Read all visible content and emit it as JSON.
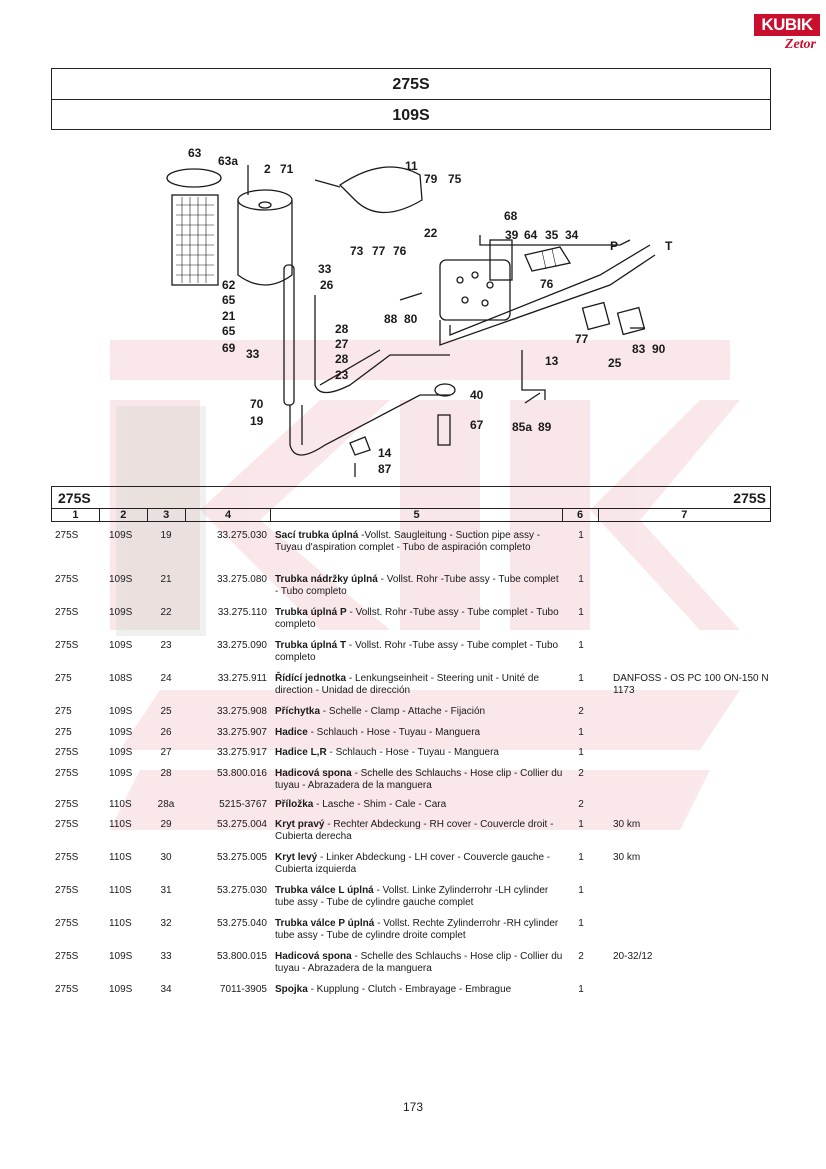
{
  "logo": {
    "top": "KUBIK",
    "bottom": "Zetor"
  },
  "header": {
    "model": "275S",
    "subgroup": "109S"
  },
  "table": {
    "left_label": "275S",
    "right_label": "275S",
    "columns": [
      "1",
      "2",
      "3",
      "4",
      "5",
      "6",
      "7"
    ],
    "rows": [
      {
        "c1": "275S",
        "c2": "109S",
        "c3": "19",
        "c4": "33.275.030",
        "name": "Sací trubka úplná",
        "desc": " -Vollst. Saugleitung - Suction pipe assy - Tuyau d'aspiration complet - Tubo de aspiración completo",
        "qty": "1",
        "note": ""
      },
      {
        "c1": "275S",
        "c2": "109S",
        "c3": "21",
        "c4": "33.275.080",
        "name": "Trubka nádržky úplná",
        "desc": " - Vollst. Rohr -Tube assy - Tube complet - Tubo completo",
        "qty": "1",
        "note": ""
      },
      {
        "c1": "275S",
        "c2": "109S",
        "c3": "22",
        "c4": "33.275.110",
        "name": "Trubka úplná P",
        "desc": " - Vollst. Rohr -Tube assy - Tube complet - Tubo completo",
        "qty": "1",
        "note": ""
      },
      {
        "c1": "275S",
        "c2": "109S",
        "c3": "23",
        "c4": "33.275.090",
        "name": "Trubka úplná T",
        "desc": " - Vollst. Rohr -Tube assy - Tube complet - Tubo completo",
        "qty": "1",
        "note": ""
      },
      {
        "c1": "275",
        "c2": "108S",
        "c3": "24",
        "c4": "33.275.911",
        "name": "Řídící jednotka",
        "desc": " - Lenkungseinheit - Steering unit - Unité de direction - Unidad de dirección",
        "qty": "1",
        "note": "DANFOSS - OS PC 100 ON-150 N 1173"
      },
      {
        "c1": "275",
        "c2": "109S",
        "c3": "25",
        "c4": "33.275.908",
        "name": "Příchytka",
        "desc": " - Schelle - Clamp - Attache - Fijación",
        "qty": "2",
        "note": ""
      },
      {
        "c1": "275",
        "c2": "109S",
        "c3": "26",
        "c4": "33.275.907",
        "name": "Hadice",
        "desc": " - Schlauch - Hose - Tuyau - Manguera",
        "qty": "1",
        "note": ""
      },
      {
        "c1": "275S",
        "c2": "109S",
        "c3": "27",
        "c4": "33.275.917",
        "name": "Hadice L,R",
        "desc": " - Schlauch - Hose - Tuyau - Manguera",
        "qty": "1",
        "note": ""
      },
      {
        "c1": "275S",
        "c2": "109S",
        "c3": "28",
        "c4": "53.800.016",
        "name": "Hadicová spona",
        "desc": " - Schelle des Schlauchs - Hose clip - Collier du tuyau - Abrazadera de la manguera",
        "qty": "2",
        "note": ""
      },
      {
        "c1": "275S",
        "c2": "110S",
        "c3": "28a",
        "c4": "5215-3767",
        "name": "Příložka",
        "desc": " - Lasche - Shim - Cale - Cara",
        "qty": "2",
        "note": ""
      },
      {
        "c1": "275S",
        "c2": "110S",
        "c3": "29",
        "c4": "53.275.004",
        "name": "Kryt pravý",
        "desc": " - Rechter Abdeckung - RH cover - Couvercle droit - Cubierta derecha",
        "qty": "1",
        "note": "30 km"
      },
      {
        "c1": "275S",
        "c2": "110S",
        "c3": "30",
        "c4": "53.275.005",
        "name": "Kryt levý",
        "desc": " - Linker Abdeckung - LH cover - Couvercle gauche - Cubierta izquierda",
        "qty": "1",
        "note": "30 km"
      },
      {
        "c1": "275S",
        "c2": "110S",
        "c3": "31",
        "c4": "53.275.030",
        "name": "Trubka válce L úplná",
        "desc": " - Vollst. Linke Zylinderrohr -LH cylinder tube assy  - Tube de cylindre gauche complet",
        "qty": "1",
        "note": ""
      },
      {
        "c1": "275S",
        "c2": "110S",
        "c3": "32",
        "c4": "53.275.040",
        "name": "Trubka válce P úplná",
        "desc": " - Vollst. Rechte Zylinderrohr -RH cylinder tube assy - Tube de cylindre droite complet",
        "qty": "1",
        "note": ""
      },
      {
        "c1": "275S",
        "c2": "109S",
        "c3": "33",
        "c4": "53.800.015",
        "name": "Hadicová spona",
        "desc": " - Schelle des Schlauchs - Hose clip - Collier du tuyau - Abrazadera de la manguera",
        "qty": "2",
        "note": "20-32/12"
      },
      {
        "c1": "275S",
        "c2": "109S",
        "c3": "34",
        "c4": "7011-3905",
        "name": "Spojka",
        "desc": " - Kupplung - Clutch - Embrayage - Embrague",
        "qty": "1",
        "note": ""
      }
    ]
  },
  "diagram_labels": {
    "l63": "63",
    "l63a": "63a",
    "l2": "2",
    "l71": "71",
    "l11": "11",
    "l79": "79",
    "l75": "75",
    "l68": "68",
    "l22": "22",
    "l39": "39",
    "l64": "64",
    "l35": "35",
    "l34": "34",
    "lP": "P",
    "lT": "T",
    "l73": "73",
    "l77a": "77",
    "l76a": "76",
    "l33a": "33",
    "l26": "26",
    "l62": "62",
    "l65a": "65",
    "l21": "21",
    "l65b": "65",
    "l69": "69",
    "l33b": "33",
    "l28a": "28",
    "l27": "27",
    "l28b": "28",
    "l23": "23",
    "l70": "70",
    "l19": "19",
    "l88": "88",
    "l80": "80",
    "l76b": "76",
    "l77b": "77",
    "l25": "25",
    "l83": "83",
    "l90": "90",
    "l13": "13",
    "l40": "40",
    "l67": "67",
    "l85a": "85a",
    "l89": "89",
    "l14": "14",
    "l87": "87"
  },
  "page_number": "173"
}
